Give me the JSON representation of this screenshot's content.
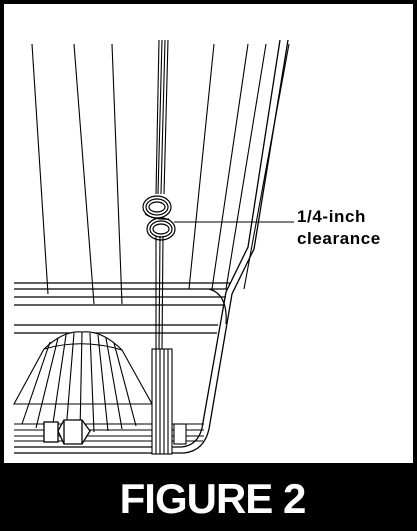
{
  "figure": {
    "callout_line1": "1/4-inch",
    "callout_line2": "clearance",
    "caption": "FIGURE 2"
  },
  "colors": {
    "line": "#000000",
    "background": "#ffffff",
    "caption_bar": "#000000",
    "caption_text": "#ffffff"
  }
}
